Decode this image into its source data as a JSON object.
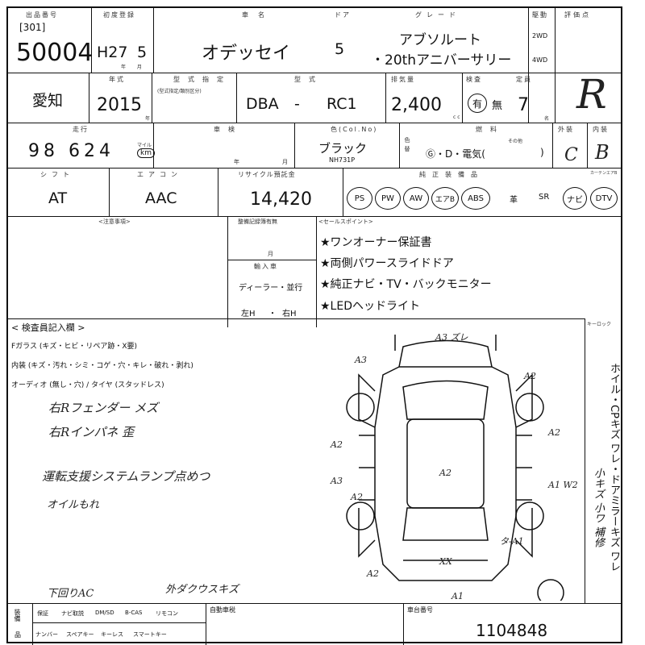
{
  "header_labels": {
    "auction_no": "出品番号",
    "first_reg": "初度登録",
    "car_name": "車名",
    "doors": "ドア",
    "grade": "グレード",
    "drive": "駆動",
    "score": "評価点",
    "year": "年式",
    "type_designation": "型式指定",
    "model": "型式",
    "displacement": "排気量",
    "inspection": "検査",
    "capacity": "定員",
    "mileage": "走行",
    "vehicle_inspection": "車検",
    "color": "色(Col.No)",
    "fuel": "燃料",
    "exterior": "外装",
    "interior": "内装",
    "shift": "シフト",
    "aircon": "エアコン",
    "recycle": "リサイクル預託金",
    "options_title": "純正装備品",
    "notes_title": "<注意事項>",
    "sales_title": "<セールスポイント>",
    "dealer_record": "整備記録簿有無",
    "import": "輸入車",
    "inspector_title": "< 検査員記入欄 >",
    "keylock": "キーロック"
  },
  "lot": {
    "code": "[301]",
    "number": "50004"
  },
  "first_registration": {
    "era": "H27",
    "month": "5",
    "month_label": "年 月"
  },
  "vehicle": {
    "name": "オデッセイ",
    "doors": "5",
    "grade_line1": "アブソルート",
    "grade_line2": "・20thアニバーサリー",
    "drive_2wd": "2WD",
    "drive_4wd": "4WD"
  },
  "region": "愛知",
  "year": "2015",
  "year_label": "年",
  "type_designation_hint": "(型式指定/類別区分)",
  "model": {
    "prefix": "DBA",
    "dash": "-",
    "code": "RC1"
  },
  "displacement": {
    "value": "2,400",
    "unit": "cc"
  },
  "inspection": {
    "have": "有",
    "none": "無"
  },
  "capacity": {
    "value": "7",
    "unit": "名"
  },
  "score": "R",
  "mileage": {
    "value": "98 624",
    "unit_top": "マイル",
    "unit_bottom": "km"
  },
  "shaken": {
    "year_label": "年",
    "month_label": "月"
  },
  "color": {
    "name": "ブラック",
    "code": "NH731P",
    "change_label": "色替"
  },
  "fuel": {
    "options": "Ⓖ・D・電気(",
    "other": "その他",
    "close": ")"
  },
  "exterior_grade": "C",
  "interior_grade": "B",
  "shift": "AT",
  "aircon": "AAC",
  "recycle_fee": "14,420",
  "equipment": [
    "PS",
    "PW",
    "AW",
    "エアB",
    "ABS",
    "革",
    "SR",
    "ナビ",
    "DTV"
  ],
  "equipment_extra": "カーテンエアB",
  "dealer_service": {
    "month": "月",
    "import_label": "輸入車",
    "dealer": "ディーラー・並行",
    "left": "左H",
    "dot": "・",
    "right": "右H"
  },
  "sales_points": [
    "★ワンオーナー保証書",
    "★両側パワースライドドア",
    "★純正ナビ・TV・バックモニター",
    "★LEDヘッドライト"
  ],
  "inspector_lines": [
    "Fガラス (キズ・ヒビ・リペア跡・X要)",
    "内装 (キズ・汚れ・シミ・コゲ・穴・キレ・破れ・剥れ)",
    "オーディオ (無し・穴) / タイヤ (スタッドレス)"
  ],
  "handwritten_notes": [
    "右Rフェンダー メズ",
    "右Rインパネ 歪",
    "運転支援システムランプ点めつ",
    "オイルもれ",
    "下回りAC",
    "外ダクウスキズ"
  ],
  "diagram_marks": [
    "A3 ズレ",
    "A3",
    "A2",
    "A2",
    "A2",
    "A2",
    "A2",
    "A3",
    "A1 W2",
    "タ-A1",
    "XX",
    "A2",
    "A1"
  ],
  "right_vertical_text": "ホイル・CPキズ ワレ・ドアミラーキズ ワレ",
  "right_vertical_text2": "小キズ 小ワ 補修",
  "footer": {
    "row1": [
      "保証",
      "ナビ取説",
      "DM/SD",
      "B-CAS",
      "リモコン"
    ],
    "row2": [
      "ナンバー",
      "スペアキー",
      "キーレス",
      "スマートキー"
    ],
    "side_top": "装備",
    "side_bottom": "品",
    "tax_label": "自動車税",
    "chassis_label": "車台番号",
    "chassis_no": "1104848"
  }
}
